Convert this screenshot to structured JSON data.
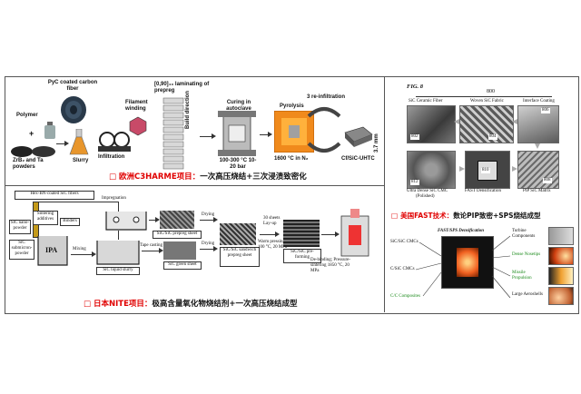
{
  "colors": {
    "accent_red": "#e00000",
    "frame": "#555555"
  },
  "panel_a": {
    "labels": {
      "pyc_fiber": "PyC coated carbon fiber",
      "polymer": "Polymer",
      "powders": "ZrB₂ and Ta powders",
      "slurry": "Slurry",
      "infiltration": "Infiltration",
      "filament": "Filament winding",
      "laminating": "[0,90]₄₀ laminating of prepreg",
      "build_direction": "Build direction",
      "curing": "Curing in autoclave",
      "curing_cond": "100-300 °C 10-20 bar",
      "pyrolysis": "Pyrolysis",
      "pyrolysis_temp": "1600 °C in N₂",
      "reinfiltration": "3 re-infiltration",
      "thickness": "3.7 mm",
      "product": "Cf/SiC-UHTC"
    },
    "caption": {
      "bullet": "□",
      "title": "欧洲C3HARME项目：",
      "text": "一次高压烧结+三次浸渍致密化"
    }
  },
  "panel_b": {
    "labels": {
      "bn_fibers": "Hex-BN-coated SiC fibers",
      "impregnation": "Impregnation",
      "sintering_additives": "Sintering additives",
      "binders": "Binders",
      "nano_powder": "SiC nano-powder",
      "submicron_powder": "SiC submicron-powder",
      "ipa": "IPA",
      "mixing": "Mixing",
      "liquid_slurry": "SiC liquid slurry",
      "tape_casting": "Tape casting",
      "prepreg_sheet": "SiC/SiC prepreg sheet",
      "green_sheet": "SiC green sheet",
      "drying1": "Drying",
      "drying2": "Drying",
      "sandwich": "SiC/SiC sandwich prepreg sheet",
      "shots": "30 sheets Lay-up",
      "warm_pressing": "Warm pressing 100 °C, 20 MPa",
      "preforming": "SiC/SiC pre-forming",
      "debinding": "De-binding; Pressure-sintering 1850 °C, 20 MPa"
    },
    "caption": {
      "bullet": "□",
      "title": "日本NITE项目：",
      "text": "极高含量氧化物烧结剂+一次高压烧结成型"
    }
  },
  "panel_c": {
    "fig_label": "FIG. 8",
    "ref_number": "800",
    "photo_labels": {
      "ceramic_fiber": "SiC Ceramic Fiber",
      "woven_fabric": "Woven SiC Fabric",
      "interface_coating": "Interface Coating",
      "dense_cmc": "Ultra Dense SiC CMC",
      "polished": "(Polished)",
      "fast_densification": "FAST Densification",
      "pip_matrix": "PIP SiC Matrix"
    },
    "photo_numbers": [
      "802",
      "804",
      "806",
      "812",
      "810",
      "808"
    ],
    "caption": {
      "bullet": "□",
      "title": "美国FAST技术：",
      "text": "数论PIP致密+SPS烧结成型"
    }
  },
  "panel_d": {
    "center_title": "FAST/SPS Densification",
    "left_items": [
      "SiC/SiC CMCs",
      "C/SiC CMCs",
      "C/C Composites"
    ],
    "right_items": [
      "Turbine Components",
      "Dense Nosetips",
      "Missile Propulsion",
      "Large Aeroshells"
    ]
  }
}
